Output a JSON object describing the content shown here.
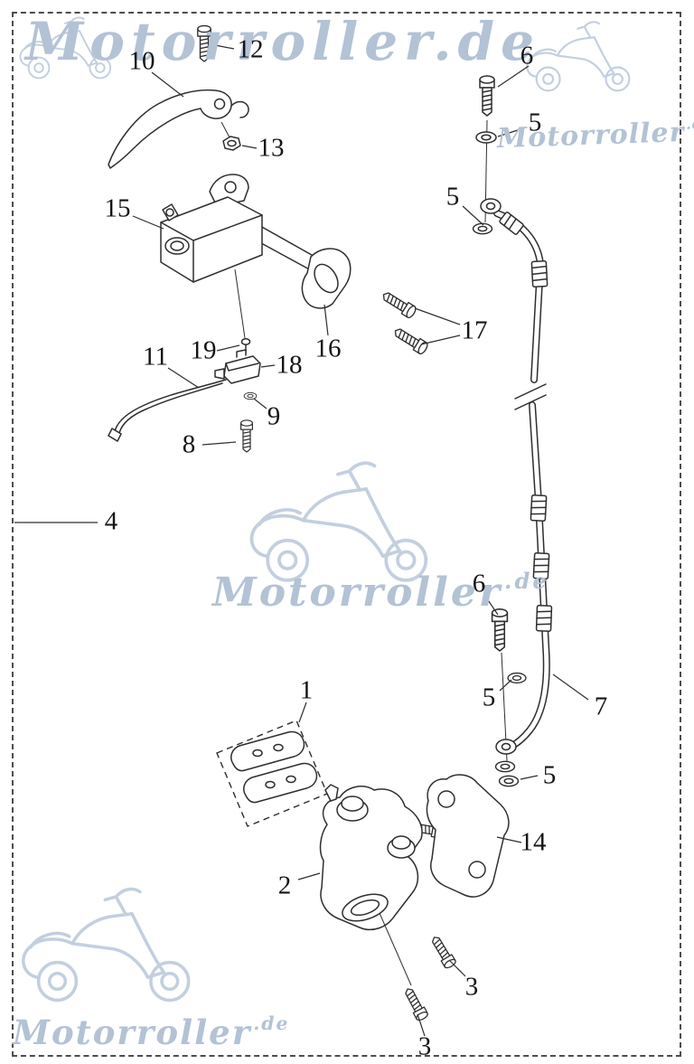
{
  "watermark": {
    "full": "Motorroller.de",
    "name": "Motorroller",
    "tld": ".de"
  },
  "part_labels": [
    "10",
    "12",
    "13",
    "15",
    "6",
    "5",
    "5",
    "17",
    "16",
    "19",
    "18",
    "11",
    "9",
    "8",
    "4",
    "6",
    "5",
    "7",
    "1",
    "5",
    "14",
    "2",
    "3",
    "3"
  ]
}
